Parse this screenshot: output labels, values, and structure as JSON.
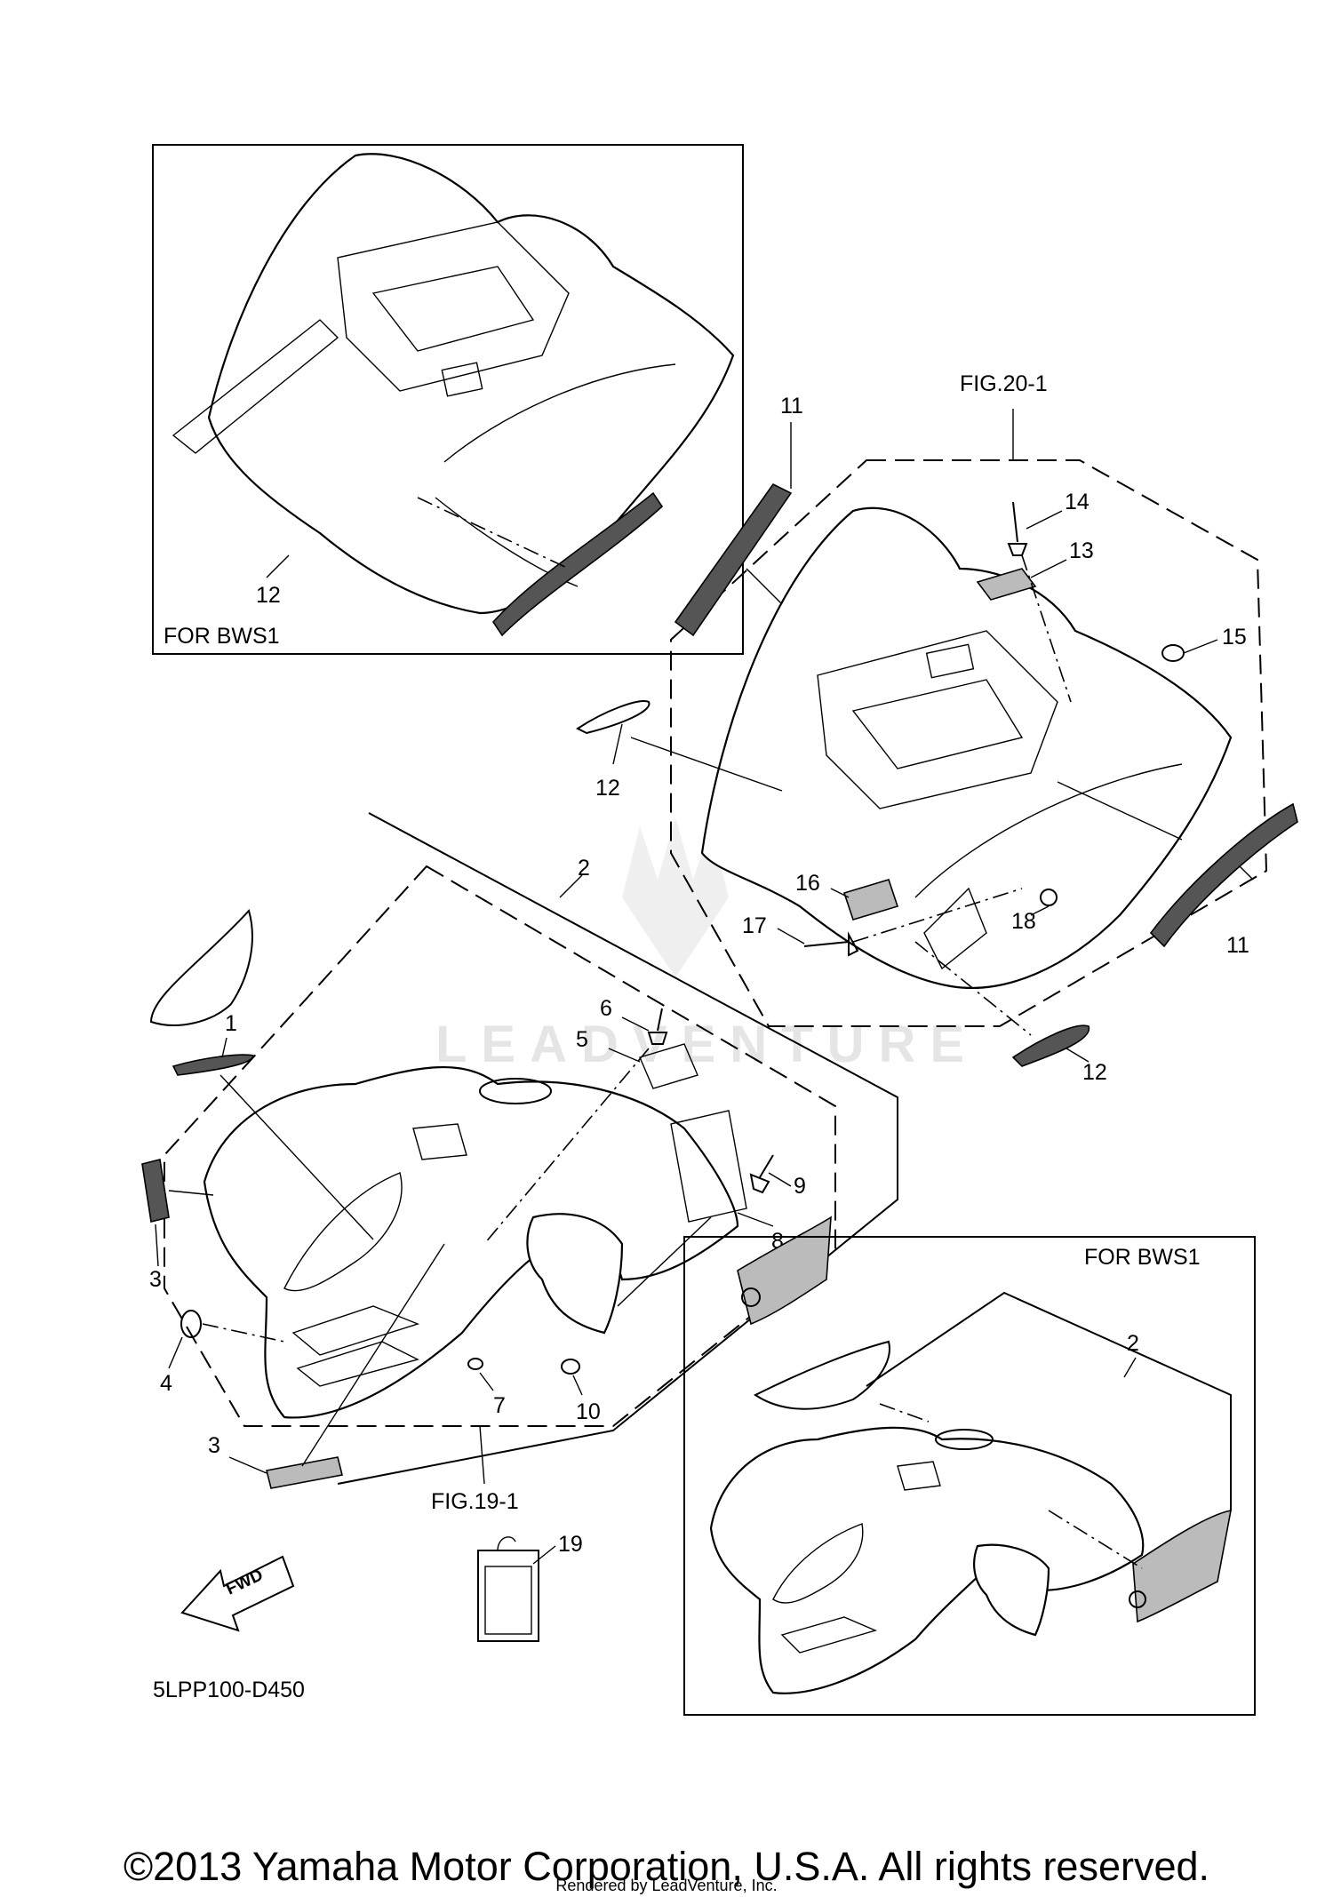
{
  "diagram_code": "5LPP100-D450",
  "frames": {
    "top_left_inset": "FOR BWS1",
    "bottom_right_inset": "FOR BWS1"
  },
  "figure_refs": {
    "rear": "FIG.20-1",
    "front": "FIG.19-1"
  },
  "callouts": {
    "c1": "1",
    "c2": "2",
    "c2b": "2",
    "c3": "3",
    "c3b": "3",
    "c4": "4",
    "c5": "5",
    "c6": "6",
    "c7": "7",
    "c8": "8",
    "c9": "9",
    "c10": "10",
    "c11": "11",
    "c11b": "11",
    "c12": "12",
    "c12b": "12",
    "c12c": "12",
    "c13": "13",
    "c14": "14",
    "c15": "15",
    "c16": "16",
    "c17": "17",
    "c18": "18",
    "c19": "19"
  },
  "fwd_label": "FWD",
  "watermark": "LEADVENTURE",
  "copyright": "©2013 Yamaha Motor Corporation, U.S.A. All rights reserved.",
  "rendered_by": "Rendered by LeadVenture, Inc."
}
